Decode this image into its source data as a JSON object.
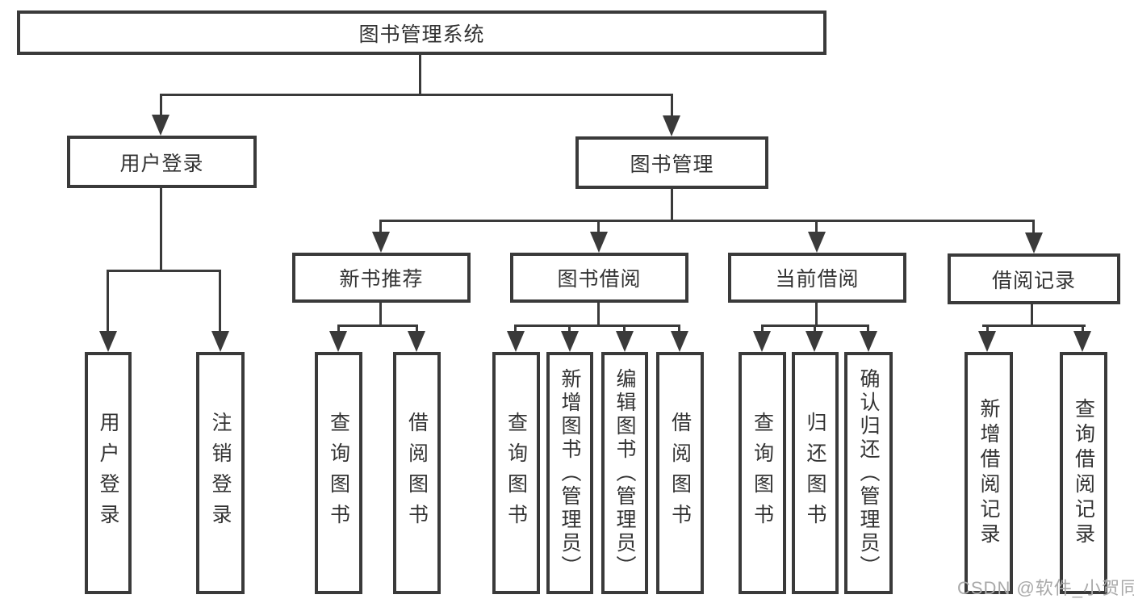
{
  "diagram": {
    "root": {
      "label": "图书管理系统"
    },
    "level1": {
      "user_login": {
        "label": "用户登录"
      },
      "book_management": {
        "label": "图书管理"
      }
    },
    "level2": {
      "new_book_recommend": {
        "label": "新书推荐"
      },
      "book_borrowing": {
        "label": "图书借阅"
      },
      "current_borrowing": {
        "label": "当前借阅"
      },
      "borrowing_records": {
        "label": "借阅记录"
      }
    },
    "leaves": {
      "user_login": {
        "label": "用户登录"
      },
      "logout": {
        "label": "注销登录"
      },
      "nbr_query_books": {
        "label": "查询图书"
      },
      "nbr_borrow_books": {
        "label": "借阅图书"
      },
      "bb_query_books": {
        "label": "查询图书"
      },
      "bb_add_books": {
        "label": "新增图书（管理员）"
      },
      "bb_edit_books": {
        "label": "编辑图书（管理员）"
      },
      "bb_borrow_books": {
        "label": "借阅图书"
      },
      "cb_query_books": {
        "label": "查询图书"
      },
      "cb_return_books": {
        "label": "归还图书"
      },
      "cb_confirm_return": {
        "label": "确认归还（管理员）"
      },
      "br_add_record": {
        "label": "新增借阅记录"
      },
      "br_query_record": {
        "label": "查询借阅记录"
      }
    }
  },
  "watermark": {
    "text": "CSDN @软件_小贺同学"
  },
  "colors": {
    "line": "#3a3a3a",
    "text": "#333333",
    "watermark": "#a9a9a9",
    "background": "#ffffff"
  }
}
